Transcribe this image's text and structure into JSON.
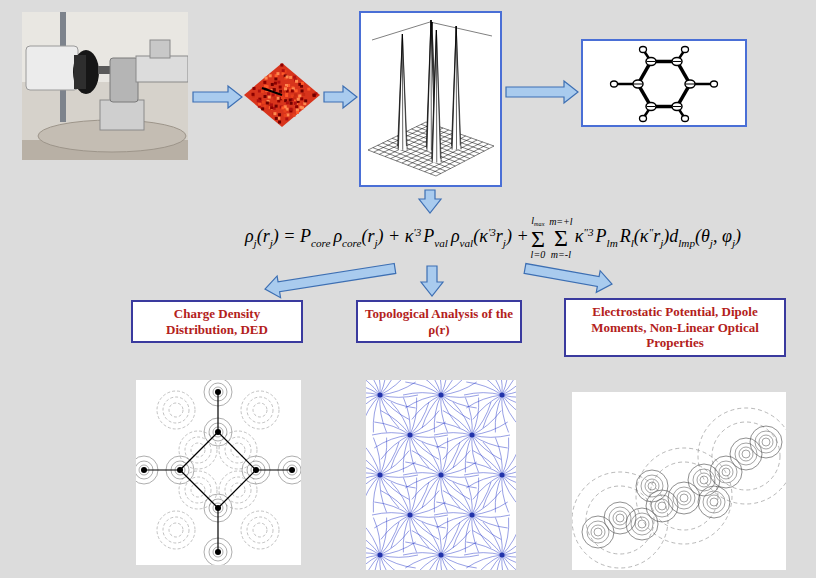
{
  "diagram": {
    "nodes": [
      {
        "text": [
          "Charge Density Distribution, DED"
        ]
      },
      {
        "text": [
          "Topological Analysis of the ρ(r)"
        ]
      },
      {
        "text": [
          "Electrostatic Potential, Dipole Moments, Non-Linear Optical Properties"
        ]
      }
    ],
    "labels": [
      "ρ",
      "j",
      "(r",
      "j",
      ") = P",
      "core",
      "ρ",
      "core",
      "(r",
      "j",
      ") + κ",
      "'3",
      "P",
      "val",
      "ρ",
      "val",
      "(κ",
      "'3",
      "r",
      "j",
      ") +",
      "l",
      "max",
      "Σ",
      "l=0",
      "m=+l",
      "Σ",
      "m=-l",
      "κ",
      "\"3",
      "P",
      "lm",
      "R",
      "l",
      "(κ",
      "\"",
      "r",
      "j",
      ")d",
      "lmp",
      "(θ",
      "j",
      ", φ",
      "j",
      ")"
    ]
  }
}
